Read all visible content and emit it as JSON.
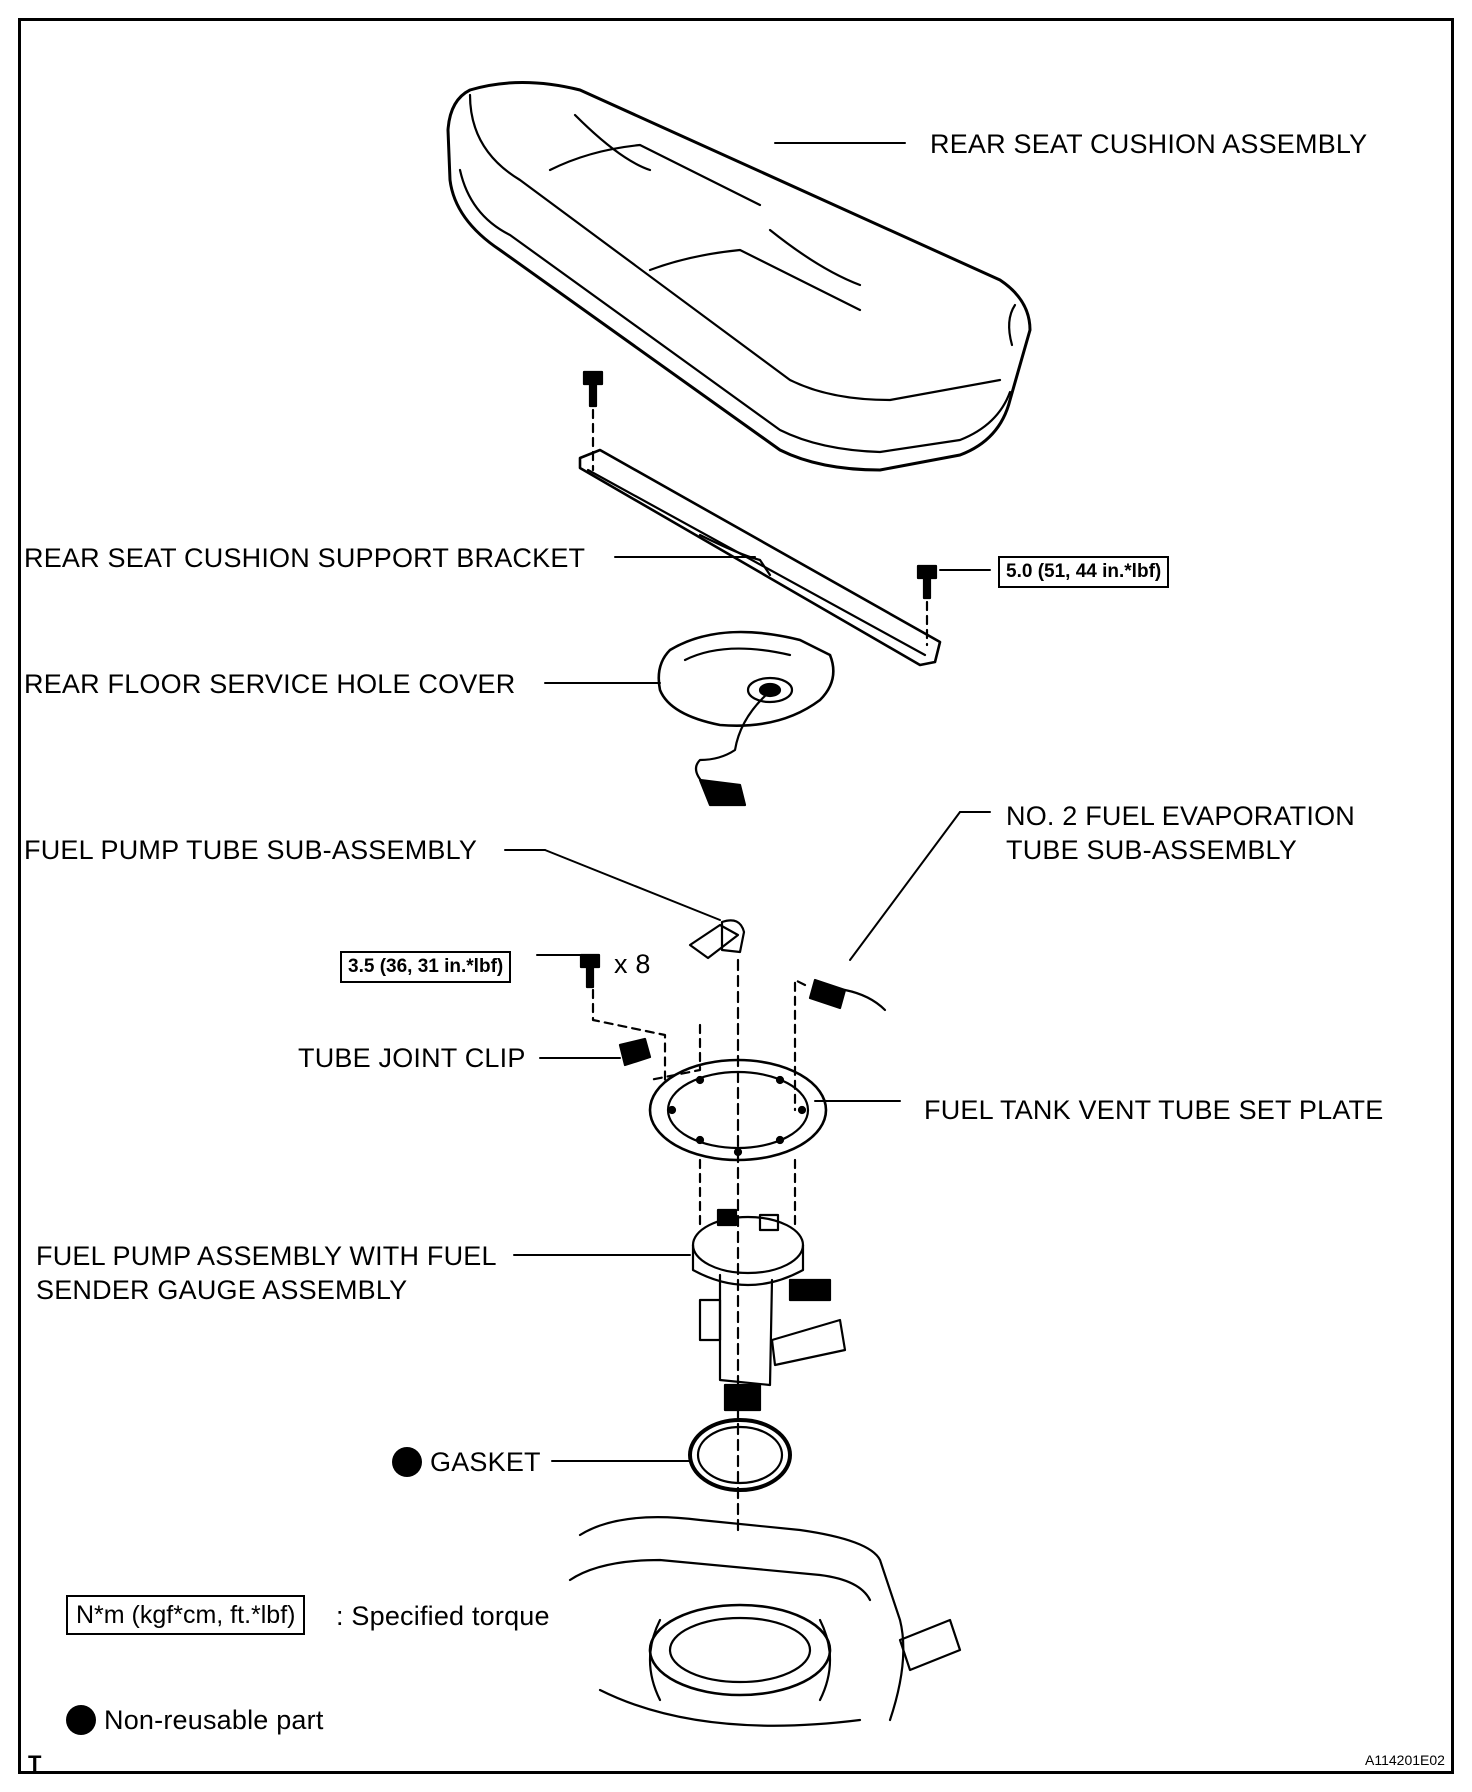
{
  "labels": {
    "rear_seat_cushion": "REAR SEAT CUSHION ASSEMBLY",
    "support_bracket": "REAR SEAT CUSHION SUPPORT BRACKET",
    "service_hole_cover": "REAR FLOOR SERVICE HOLE COVER",
    "evap_tube_line1": "NO. 2 FUEL EVAPORATION",
    "evap_tube_line2": "TUBE SUB-ASSEMBLY",
    "fuel_pump_tube": "FUEL PUMP TUBE SUB-ASSEMBLY",
    "tube_joint_clip": "TUBE JOINT CLIP",
    "vent_tube_plate": "FUEL TANK VENT TUBE SET PLATE",
    "fuel_pump_line1": "FUEL PUMP ASSEMBLY WITH FUEL",
    "fuel_pump_line2": "SENDER GAUGE ASSEMBLY",
    "gasket": "GASKET"
  },
  "torques": {
    "bracket_bolt": "5.0 (51, 44 in.*lbf)",
    "plate_bolt": "3.5 (36, 31 in.*lbf)",
    "bolt_count": "x 8"
  },
  "legend": {
    "torque_unit": "N*m (kgf*cm, ft.*lbf)",
    "torque_desc": ": Specified torque",
    "non_reusable": "Non-reusable part"
  },
  "footer": {
    "corner_mark": "T",
    "figure_id": "A114201E02"
  }
}
